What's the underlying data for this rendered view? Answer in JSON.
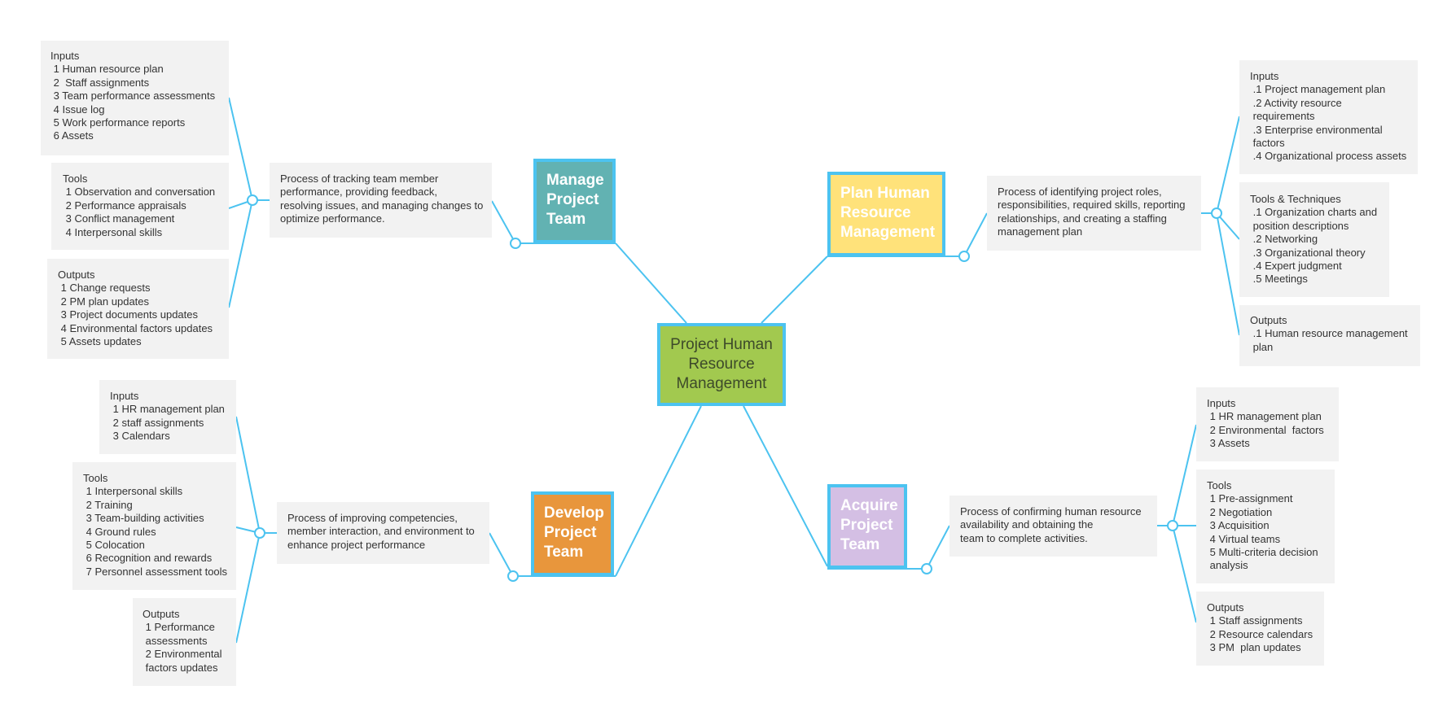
{
  "colors": {
    "connector": "#4cc3f0",
    "box_bg": "#f2f2f2",
    "center": "#a2c94f",
    "manage": "#62b2b2",
    "plan": "#ffe27a",
    "develop": "#e8963c",
    "acquire": "#d4bfe4"
  },
  "center": {
    "title": [
      "Project Human",
      "Resource",
      "Management"
    ]
  },
  "manage": {
    "title": [
      "Manage",
      "Project",
      "Team"
    ],
    "description": [
      "Process of tracking team member",
      "performance, providing feedback,",
      "resolving issues, and managing changes to",
      "optimize performance."
    ],
    "inputs": {
      "heading": "Inputs",
      "items": [
        " 1 Human resource plan",
        " 2  Staff assignments",
        " 3 Team performance assessments",
        " 4 Issue log",
        " 5 Work performance reports",
        " 6 Assets"
      ]
    },
    "tools": {
      "heading": "Tools",
      "items": [
        " 1 Observation and conversation",
        " 2 Performance appraisals",
        " 3 Conflict management",
        " 4 Interpersonal skills"
      ]
    },
    "outputs": {
      "heading": "Outputs",
      "items": [
        " 1 Change requests",
        " 2 PM plan updates",
        " 3 Project documents updates",
        " 4 Environmental factors updates",
        " 5 Assets updates"
      ]
    }
  },
  "plan": {
    "title": [
      "Plan Human",
      "Resource",
      "Management"
    ],
    "description": [
      "Process of identifying project roles,",
      "responsibilities, required skills, reporting",
      "relationships, and creating a staffing",
      "management plan"
    ],
    "inputs": {
      "heading": "Inputs",
      "items": [
        " .1 Project management plan",
        " .2 Activity resource",
        " requirements",
        " .3 Enterprise environmental",
        " factors",
        " .4 Organizational process assets"
      ]
    },
    "tools": {
      "heading": "Tools & Techniques",
      "items": [
        " .1 Organization charts and",
        " position descriptions",
        " .2 Networking",
        " .3 Organizational theory",
        " .4 Expert judgment",
        " .5 Meetings"
      ]
    },
    "outputs": {
      "heading": "Outputs",
      "items": [
        " .1 Human resource management",
        " plan"
      ]
    }
  },
  "develop": {
    "title": [
      "Develop",
      "Project",
      "Team"
    ],
    "description": [
      "Process of improving competencies,",
      "member interaction, and environment to",
      "enhance project performance"
    ],
    "inputs": {
      "heading": "Inputs",
      "items": [
        " 1 HR management plan",
        " 2 staff assignments",
        " 3 Calendars"
      ]
    },
    "tools": {
      "heading": "Tools",
      "items": [
        " 1 Interpersonal skills",
        " 2 Training",
        " 3 Team-building activities",
        " 4 Ground rules",
        " 5 Colocation",
        " 6 Recognition and rewards",
        " 7 Personnel assessment tools"
      ]
    },
    "outputs": {
      "heading": "Outputs",
      "items": [
        " 1 Performance",
        " assessments",
        " 2 Environmental",
        " factors updates"
      ]
    }
  },
  "acquire": {
    "title": [
      "Acquire",
      "Project",
      "Team"
    ],
    "description": [
      "Process of confirming human resource",
      "availability and obtaining the",
      "team to complete activities."
    ],
    "inputs": {
      "heading": "Inputs",
      "items": [
        " 1 HR management plan",
        " 2 Environmental  factors",
        " 3 Assets"
      ]
    },
    "tools": {
      "heading": "Tools",
      "items": [
        " 1 Pre-assignment",
        " 2 Negotiation",
        " 3 Acquisition",
        " 4 Virtual teams",
        " 5 Multi-criteria decision",
        " analysis"
      ]
    },
    "outputs": {
      "heading": "Outputs",
      "items": [
        " 1 Staff assignments",
        " 2 Resource calendars",
        " 3 PM  plan updates"
      ]
    }
  }
}
